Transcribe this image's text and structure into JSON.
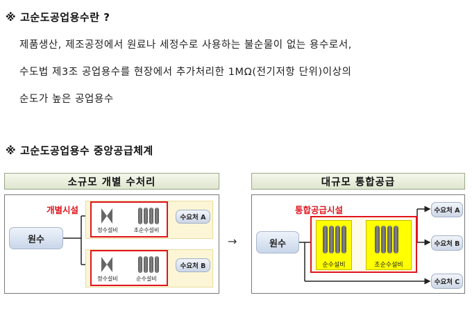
{
  "section1": {
    "mark": "※",
    "title": "고순도공업용수란 ?",
    "lines": [
      "제품생산, 제조공정에서 원료나 세정수로 사용하는 불순물이 없는 용수로서,",
      "수도법 제3조 공업용수를 현장에서 추가처리한 1MΩ(전기저항 단위)이상의",
      "순도가 높은 공업용수"
    ]
  },
  "section2": {
    "mark": "※",
    "title": "고순도공업용수 중앙공급체계"
  },
  "left_panel": {
    "title": "소규모 개별 수처리",
    "source": "원수",
    "facility_label": "개별시설",
    "rows": [
      {
        "purifier": "정수설비",
        "ultra": "초순수설비",
        "demand": "수요처 A"
      },
      {
        "purifier": "정수설비",
        "ultra": "순수설비",
        "demand": "수요처 B"
      }
    ]
  },
  "between_arrow": "→",
  "right_panel": {
    "title": "대규모 통합공급",
    "source": "원수",
    "facility_label": "통합공급시설",
    "pure": "순수설비",
    "ultra": "초순수설비",
    "demands": [
      "수요처 A",
      "수요처 B",
      "수요처 C"
    ]
  }
}
